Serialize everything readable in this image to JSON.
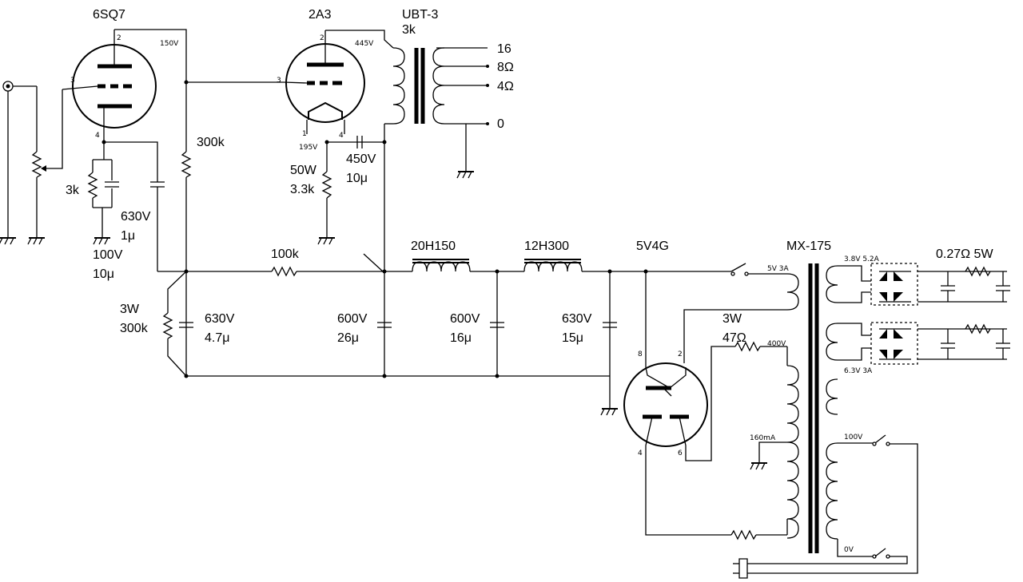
{
  "tubes": {
    "v1": "6SQ7",
    "v2": "2A3",
    "rect": "5V4G"
  },
  "output_transformer": {
    "name": "UBT-3",
    "impedance": "3k",
    "taps": [
      "16",
      "8Ω",
      "4Ω",
      "0"
    ]
  },
  "pins": {
    "v1_plate": "2",
    "v1_grid": "3",
    "v1_cathode": "4",
    "v2_plate": "2",
    "v2_grid": "3",
    "v2_fil_a": "1",
    "v2_fil_b": "4",
    "rect_a": "8",
    "rect_b": "2",
    "rect_c": "4",
    "rect_d": "6"
  },
  "voltages": {
    "v1_plate": "150V",
    "v2_plate": "445V",
    "v2_cathode": "195V",
    "pt_5v": "5V 3A",
    "pt_hv": "400V",
    "pt_hv_current": "160mA",
    "pt_38v": "3.8V 5.2A",
    "pt_63v": "6.3V 3A",
    "pt_100v": "100V",
    "pt_0v": "0V"
  },
  "components": {
    "v1_plate_res": "300k",
    "v1_cath_res": "3k",
    "v1_coupling_cap_v": "630V",
    "v1_coupling_cap_c": "1μ",
    "v1_cath_cap_v": "100V",
    "v1_cath_cap_c": "10μ",
    "bleeder_w": "3W",
    "bleeder_r": "300k",
    "filt_cap1_v": "630V",
    "filt_cap1_c": "4.7μ",
    "drop_res": "100k",
    "v2_cath_res_w": "50W",
    "v2_cath_res_r": "3.3k",
    "v2_cath_cap_v": "450V",
    "v2_cath_cap_c": "10μ",
    "choke1": "20H150",
    "choke2": "12H300",
    "cap26_v": "600V",
    "cap26_c": "26μ",
    "cap16_v": "600V",
    "cap16_c": "16μ",
    "cap15_v": "630V",
    "cap15_c": "15μ",
    "rect_res_w": "3W",
    "rect_res_r": "47Ω",
    "power_transformer": "MX-175",
    "fil_res": "0.27Ω 5W"
  }
}
